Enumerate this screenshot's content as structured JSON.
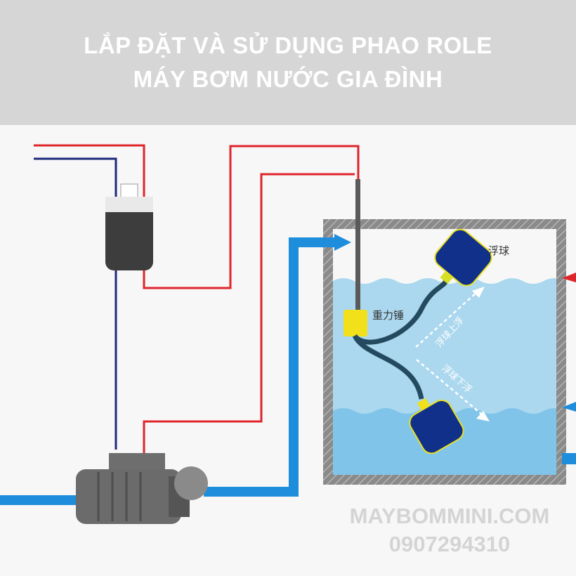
{
  "header": {
    "line1": "LẮP ĐẶT VÀ SỬ DỤNG PHAO ROLE",
    "line2": "MÁY BƠM NƯỚC GIA ĐÌNH"
  },
  "labels": {
    "float": "浮球",
    "weight": "重力锤",
    "float_up": "浮球上浮",
    "float_down": "浮球下浮"
  },
  "watermark": {
    "site": "MAYBOMMINI.COM",
    "phone": "0907294310"
  },
  "colors": {
    "header_bg": "#d6d6d6",
    "live_wire": "#e0242b",
    "neutral_wire": "#1d2a7a",
    "pipe": "#1e8ddc",
    "float": "#10308a",
    "weight": "#f2e01a"
  }
}
